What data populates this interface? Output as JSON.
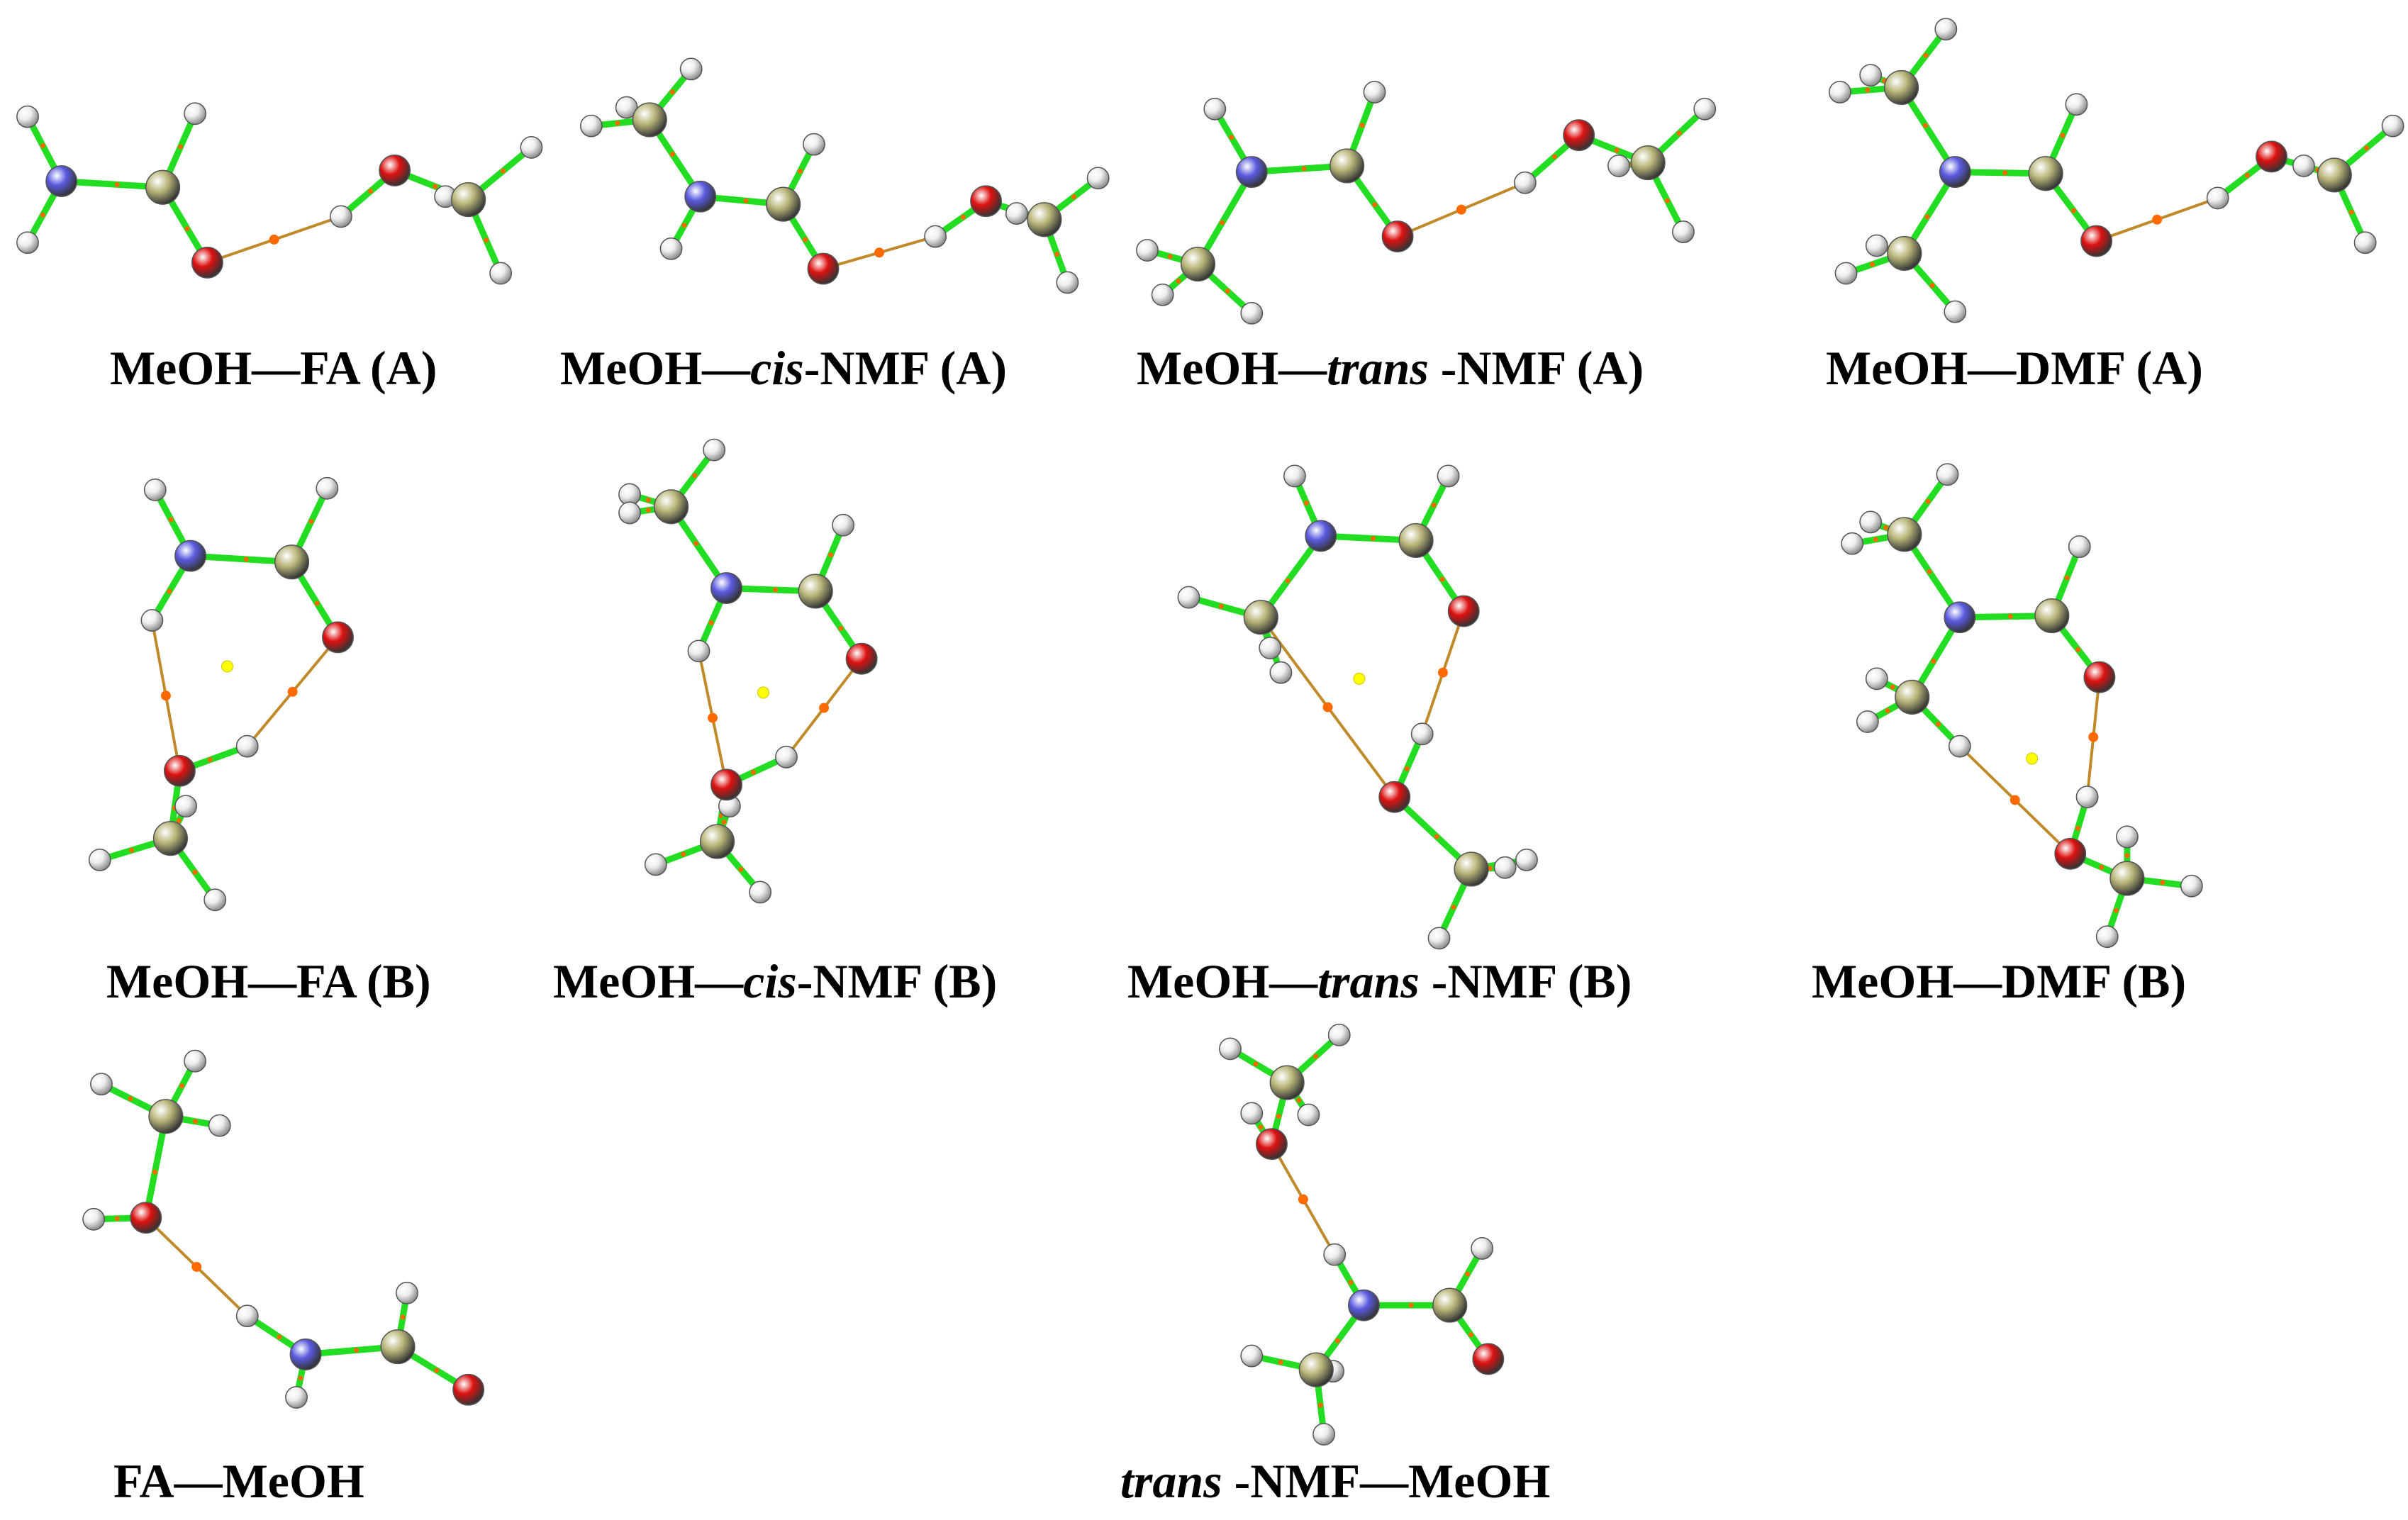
{
  "colors": {
    "background": "#ffffff",
    "bond": "#22dd22",
    "hbond": "#c08a2a",
    "critical_point": "#ff6a00",
    "ring_point": "#ffff00",
    "carbon": "#b9b67a",
    "oxygen": "#dd1111",
    "nitrogen": "#5a5ae0",
    "hydrogen": "#eeeeee"
  },
  "panels": [
    {
      "id": "p1",
      "caption": [
        {
          "text": "MeOH—FA (A)"
        }
      ]
    },
    {
      "id": "p2",
      "caption": [
        {
          "text": "MeOH—"
        },
        {
          "text": "cis",
          "italic": true
        },
        {
          "text": "-NMF (A)"
        }
      ]
    },
    {
      "id": "p3",
      "caption": [
        {
          "text": "MeOH—"
        },
        {
          "text": "trans",
          "italic": true
        },
        {
          "text": " -NMF (A)"
        }
      ]
    },
    {
      "id": "p4",
      "caption": [
        {
          "text": "MeOH—DMF (A)"
        }
      ]
    },
    {
      "id": "p5",
      "caption": [
        {
          "text": "MeOH—FA (B)"
        }
      ]
    },
    {
      "id": "p6",
      "caption": [
        {
          "text": "MeOH—"
        },
        {
          "text": "cis",
          "italic": true
        },
        {
          "text": "-NMF (B)"
        }
      ]
    },
    {
      "id": "p7",
      "caption": [
        {
          "text": "MeOH—"
        },
        {
          "text": "trans",
          "italic": true
        },
        {
          "text": " -NMF (B)"
        }
      ]
    },
    {
      "id": "p8",
      "caption": [
        {
          "text": "MeOH—DMF (B)"
        }
      ]
    },
    {
      "id": "p9",
      "caption": [
        {
          "text": "FA—MeOH"
        }
      ]
    },
    {
      "id": "p10",
      "caption": [
        {
          "text": "trans",
          "italic": true
        },
        {
          "text": " -NMF—MeOH"
        }
      ]
    }
  ]
}
